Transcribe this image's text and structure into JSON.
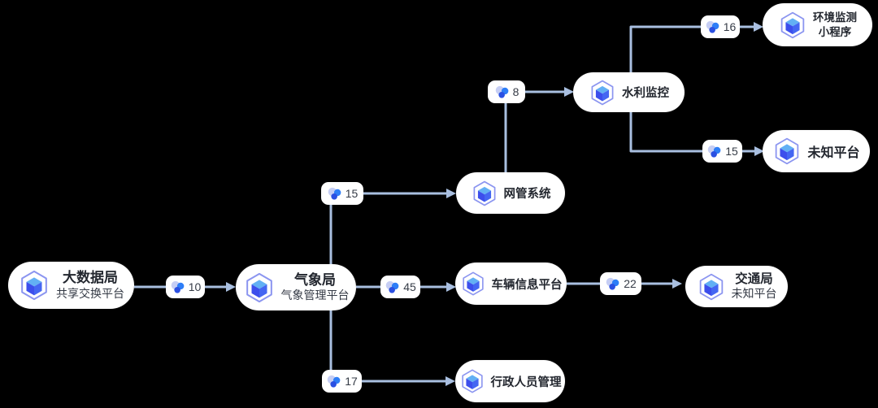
{
  "diagram": {
    "type": "topology-flow-diagram",
    "colors": {
      "background": "#000000",
      "node_background": "#ffffff",
      "edge_line": "#a9bfe0",
      "text_primary": "#23272f",
      "text_secondary": "#343a45",
      "badge_text": "#363c47",
      "cube_outline": "#8b95f0",
      "cube_top_face": "#62b0f4",
      "cube_left_face": "#3c4eec",
      "cube_right_face": "#4466f2",
      "cluster_light": "#c6cef4",
      "cluster_bright": "#2e7ef7",
      "cluster_royal": "#2b50e2"
    },
    "icons": {
      "node_icon": "cube-icon",
      "edge_badge_icon": "cluster-icon"
    },
    "nodes": {
      "bigdata": {
        "title": "大数据局",
        "subtitle": "共享交换平台"
      },
      "weather": {
        "title": "气象局",
        "subtitle": "气象管理平台"
      },
      "netmgmt": {
        "label": "网管系统"
      },
      "water": {
        "label": "水利监控"
      },
      "envmini": {
        "line1": "环境监测",
        "line2": "小程序"
      },
      "unknown": {
        "label": "未知平台"
      },
      "vehicle": {
        "label": "车辆信息平台"
      },
      "traffic": {
        "title": "交通局",
        "subtitle": "未知平台"
      },
      "admin": {
        "label": "行政人员管理"
      }
    },
    "edges": {
      "bigdata_weather": {
        "from": "大数据局 共享交换平台",
        "to": "气象局 气象管理平台",
        "count": "10"
      },
      "weather_netmgmt": {
        "from": "气象局 气象管理平台",
        "to": "网管系统",
        "count": "15"
      },
      "netmgmt_water": {
        "from": "网管系统",
        "to": "水利监控",
        "count": "8"
      },
      "water_envmini": {
        "from": "水利监控",
        "to": "环境监测小程序",
        "count": "16"
      },
      "water_unknown": {
        "from": "水利监控",
        "to": "未知平台",
        "count": "15"
      },
      "weather_vehicle": {
        "from": "气象局 气象管理平台",
        "to": "车辆信息平台",
        "count": "45"
      },
      "vehicle_traffic": {
        "from": "车辆信息平台",
        "to": "交通局 未知平台",
        "count": "22"
      },
      "weather_admin": {
        "from": "气象局 气象管理平台",
        "to": "行政人员管理",
        "count": "17"
      }
    }
  }
}
